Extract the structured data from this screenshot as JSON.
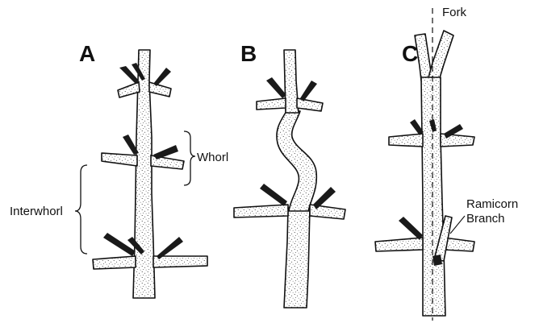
{
  "panels": [
    {
      "letter": "A"
    },
    {
      "letter": "B"
    },
    {
      "letter": "C"
    }
  ],
  "labels": {
    "whorl": "Whorl",
    "interwhorl": "Interwhorl",
    "fork": "Fork",
    "ramicorn_line1": "Ramicorn",
    "ramicorn_line2": "Branch"
  }
}
